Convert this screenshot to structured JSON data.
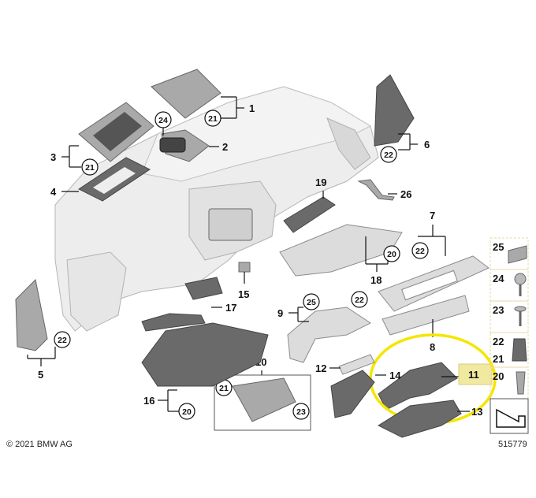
{
  "copyright": "© 2021 BMW AG",
  "diagram_id": "515779",
  "callouts": {
    "c1": "1",
    "c2": "2",
    "c3": "3",
    "c4": "4",
    "c5": "5",
    "c6": "6",
    "c7": "7",
    "c8": "8",
    "c9": "9",
    "c10": "10",
    "c11": "11",
    "c12": "12",
    "c13": "13",
    "c14": "14",
    "c15": "15",
    "c16": "16",
    "c17": "17",
    "c18": "18",
    "c19": "19",
    "c20": "20",
    "c21": "21",
    "c22": "22",
    "c23": "23",
    "c24": "24",
    "c25": "25",
    "c26": "26"
  },
  "highlight": {
    "part": "11",
    "color": "#f2e9a0",
    "ring_color": "#f5e600"
  }
}
